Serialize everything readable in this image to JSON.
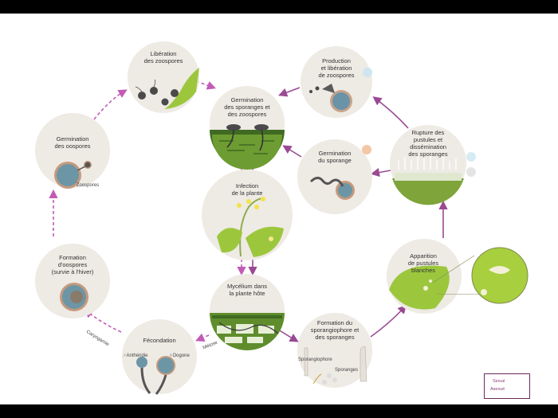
{
  "title": "",
  "colors": {
    "sexual": "#c25bb6",
    "asexual": "#9a4a93",
    "circle": "#eeeae4",
    "leaf": "#9cc73d",
    "leaf_dark": "#4a6b2a",
    "spore": "#4a4a4a"
  },
  "nodes": [
    {
      "id": "liberation-zoospores",
      "label": "Libération\ndes zoospores"
    },
    {
      "id": "production-liberation",
      "label": "Production\net libération\nde zoospores"
    },
    {
      "id": "germination-sporanges-zoospores",
      "label": "Germination\ndes sporanges et\ndes zoospores"
    },
    {
      "id": "germination-oospores",
      "label": "Germination\ndes oospores"
    },
    {
      "id": "germination-sporange",
      "label": "Germination\ndu sporange"
    },
    {
      "id": "rupture-pustules",
      "label": "Rupture des\npustules et\ndissémination\ndes sporanges"
    },
    {
      "id": "infection-plante",
      "label": "Infection\nde la plante"
    },
    {
      "id": "formation-oospores",
      "label": "Formation\nd'oospores\n(survie à l'hiver)"
    },
    {
      "id": "apparition-pustules",
      "label": "Apparition\nde pustules\nblanches"
    },
    {
      "id": "mycelium",
      "label": "Mycélium dans\nla plante hôte"
    },
    {
      "id": "fecondation",
      "label": "Fécondation"
    },
    {
      "id": "formation-sporangiophore",
      "label": "Formation du\nsporangiophore et\ndes sporanges"
    }
  ],
  "sublabels": {
    "zoospores": "Zoospores",
    "antheridie": "♂Anthéridie",
    "oogone": "♀Oogone",
    "sporangiophore": "Sporangiophore",
    "sporanges": "Sporanges"
  },
  "edge_labels": {
    "caryogamie": "Caryogamie",
    "meiose": "Méiose"
  },
  "legend": {
    "sexual": "Sexué",
    "asexual": "Asexué"
  }
}
